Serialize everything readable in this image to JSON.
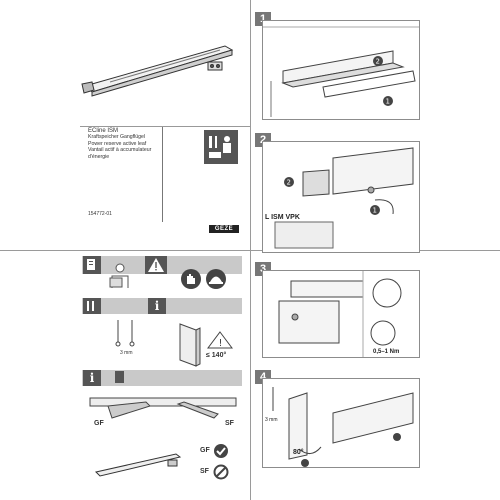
{
  "cover": {
    "product_name": "ECline ISM",
    "lang_de": "Kraftspeicher Gangflügel",
    "lang_en": "Power reserve active leaf",
    "lang_fr": "Vantail actif à accumulateur",
    "lang_fr2": "d'énergie",
    "doc_number": "154772-01",
    "brand": "GEZE"
  },
  "steps": [
    {
      "number": "1"
    },
    {
      "number": "2",
      "kit_label": "L ISM VPK"
    },
    {
      "number": "3",
      "torque": "0,5–1 Nm"
    },
    {
      "number": "4",
      "angle": "80°"
    }
  ],
  "left_panel": {
    "angle_label": "≤ 140°",
    "drill_label_a": "3 mm",
    "gf_label": "GF",
    "sf_label": "SF",
    "gf_label_b": "GF",
    "sf_label_b": "SF"
  },
  "step4": {
    "drill_label": "3 mm"
  }
}
